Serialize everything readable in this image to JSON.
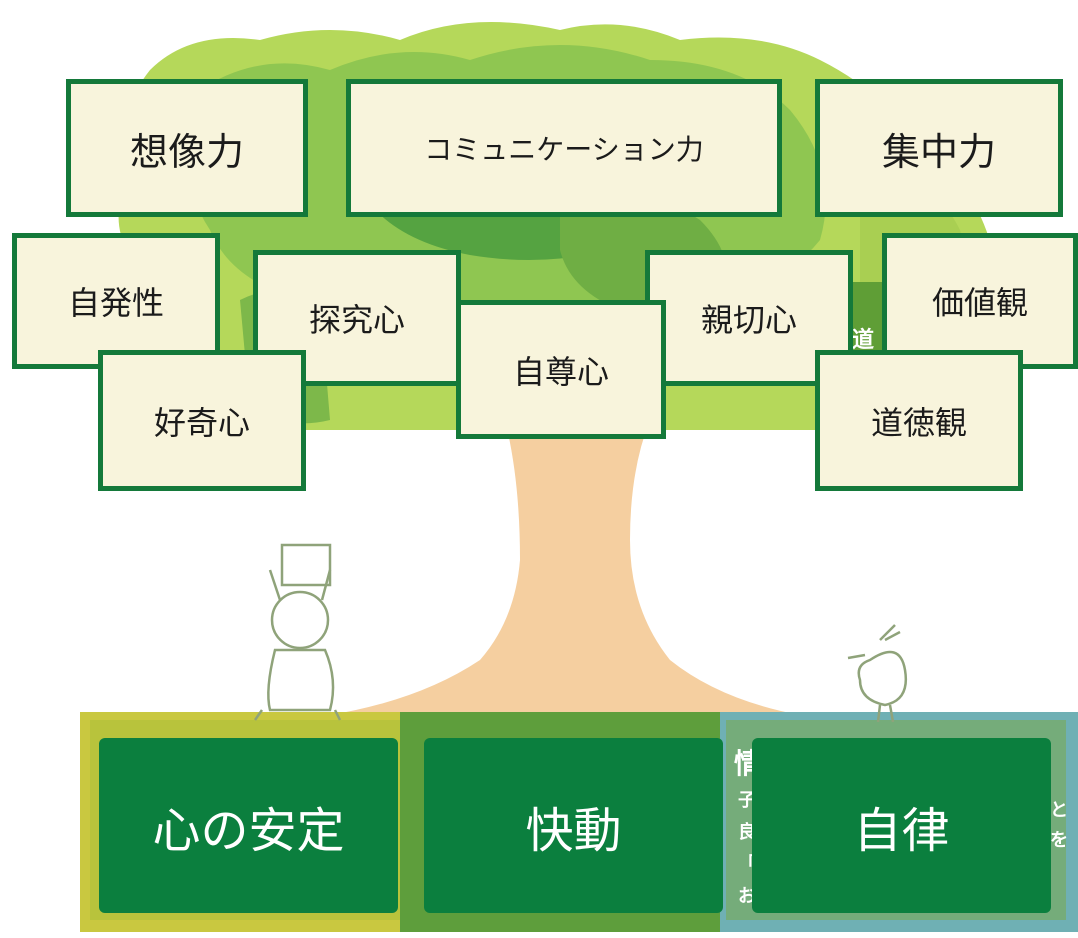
{
  "colors": {
    "card_fill": "#f8f4dc",
    "card_border": "#14793a",
    "base_fill": "#0b7f3e",
    "base_text": "#ffffff",
    "canopy_light": "#b5d85a",
    "canopy_mid": "#8fc651",
    "canopy_dark": "#4f9e3f",
    "trunk": "#f5cfa0",
    "ground_yellow": "#c9c840",
    "ground_green": "#5e9e3c",
    "ground_teal": "#6fb0b4"
  },
  "cards": [
    {
      "id": "imagination",
      "label": "想像力"
    },
    {
      "id": "communication",
      "label": "コミュニケーション力"
    },
    {
      "id": "concentration",
      "label": "集中力"
    },
    {
      "id": "initiative",
      "label": "自発性"
    },
    {
      "id": "inquisitiveness",
      "label": "探究心"
    },
    {
      "id": "self-esteem",
      "label": "自尊心"
    },
    {
      "id": "kindness",
      "label": "親切心"
    },
    {
      "id": "values",
      "label": "価値観"
    },
    {
      "id": "curiosity",
      "label": "好奇心"
    },
    {
      "id": "morality",
      "label": "道徳観"
    }
  ],
  "foundation": [
    {
      "id": "emotional-stability",
      "label": "心の安定"
    },
    {
      "id": "pleasant-movement",
      "label": "快動"
    },
    {
      "id": "autonomy",
      "label": "自律"
    }
  ],
  "background_fragments": {
    "behind_values": "道",
    "ground_top": "情",
    "ground_1": "子",
    "ground_2": "良",
    "ground_3": "「",
    "ground_4": "お",
    "right_1": "と",
    "right_2": "を"
  }
}
